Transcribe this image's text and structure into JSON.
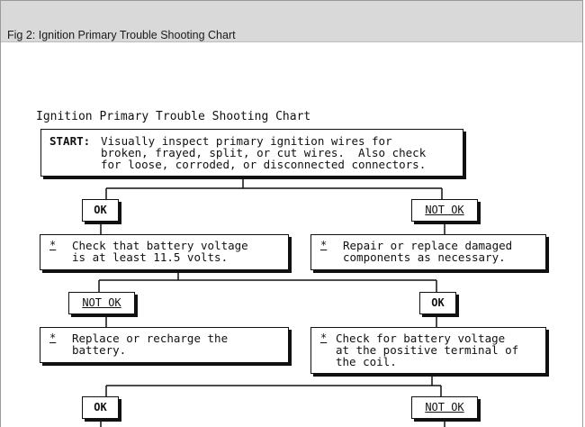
{
  "caption": "Fig 2: Ignition Primary Trouble Shooting Chart",
  "chart_title": "Ignition Primary Trouble Shooting Chart",
  "start": {
    "label": "START:",
    "lines": [
      "Visually inspect primary ignition wires for",
      "broken, frayed, split, or cut wires.  Also check",
      "for loose, corroded, or disconnected connectors."
    ]
  },
  "level1": {
    "left_label": "OK",
    "right_label": "NOT OK",
    "left_box": {
      "marker": "*",
      "lines": [
        "Check that battery voltage",
        "is at least 11.5 volts."
      ]
    },
    "right_box": {
      "marker": "*",
      "lines": [
        "Repair or replace damaged",
        "components as necessary."
      ]
    }
  },
  "level2": {
    "left_label": "NOT OK",
    "right_label": "OK",
    "left_box": {
      "marker": "*",
      "lines": [
        "Replace or recharge the",
        "battery."
      ]
    },
    "right_box": {
      "marker": "*",
      "lines": [
        "Check for battery voltage",
        "at the positive terminal of",
        "the coil."
      ]
    }
  },
  "level3": {
    "left_label": "OK",
    "right_label": "NOT OK"
  }
}
